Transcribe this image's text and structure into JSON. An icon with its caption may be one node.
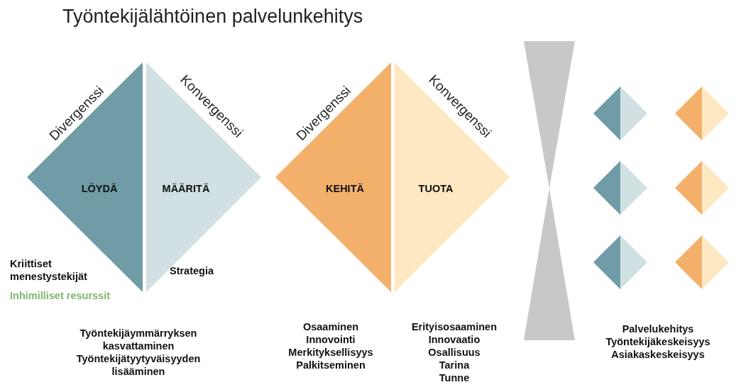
{
  "diagram": {
    "title": "Työntekijälähtöinen palvelunkehitys",
    "nodes": [
      {
        "text": [
          "Divergenssi",
          "LÖYDÄ"
        ]
      },
      {
        "text": [
          "Konvergenssi",
          "MÄÄRITÄ"
        ]
      },
      {
        "text": [
          "Divergenssi",
          "KEHITÄ"
        ]
      },
      {
        "text": [
          "Konvergenssi",
          "TUOTA"
        ]
      },
      {
        "text": [],
        "shape": "diamond"
      },
      {
        "text": [],
        "shape": "diamond"
      },
      {
        "text": [],
        "shape": "diamond"
      },
      {
        "text": [],
        "shape": "diamond"
      },
      {
        "text": [],
        "shape": "diamond"
      },
      {
        "text": [],
        "shape": "diamond"
      }
    ],
    "edges": [],
    "labels": [
      "Kriittiset menestystekijät",
      "Inhimilliset resurssit",
      "Strategia",
      "Työntekijäymmärryksen kasvattaminen",
      "Työntekijätyytyväisyyden lisääminen",
      "Osaaminen",
      "Innovointi",
      "Merkityksellisyys",
      "Palkitseminen",
      "Erityisosaaminen",
      "Innovaatio",
      "Osallisuus",
      "Tarina",
      "Tunne",
      "Palvelukehitys",
      "Työntekijäkeskeisyys",
      "Asiakaskeskeisyys"
    ]
  }
}
